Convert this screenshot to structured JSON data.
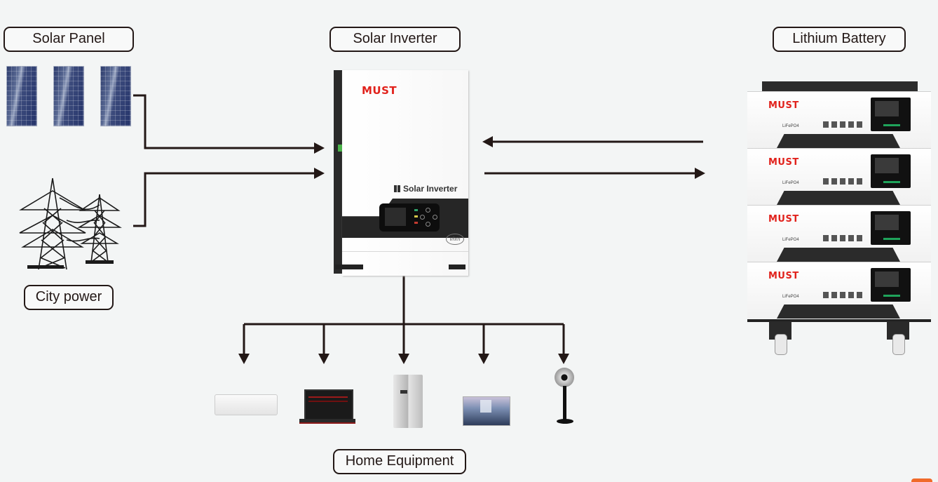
{
  "diagram": {
    "title": "Solar Inverter System Connection",
    "nodes": {
      "solar_panel": {
        "label": "Solar Panel",
        "count": 3
      },
      "city_power": {
        "label": "City power"
      },
      "solar_inverter": {
        "label": "Solar Inverter",
        "brand": "MUST",
        "model_text": "Solar Inverter",
        "badge": "vhm"
      },
      "lithium_battery": {
        "label": "Lithium Battery",
        "brand": "MUST",
        "chemistry": "LiFePO4",
        "module_count": 4
      },
      "home_equipment": {
        "label": "Home Equipment",
        "items": [
          "air-conditioner",
          "laptop",
          "refrigerator",
          "television",
          "electric-fan"
        ]
      }
    },
    "edges": [
      {
        "from": "solar_panel",
        "to": "solar_inverter",
        "direction": "one-way"
      },
      {
        "from": "city_power",
        "to": "solar_inverter",
        "direction": "one-way"
      },
      {
        "from": "lithium_battery",
        "to": "solar_inverter",
        "direction": "one-way"
      },
      {
        "from": "solar_inverter",
        "to": "lithium_battery",
        "direction": "one-way"
      },
      {
        "from": "solar_inverter",
        "to": "home_equipment",
        "direction": "one-way",
        "branches": 5
      }
    ],
    "colors": {
      "background": "#f3f5f5",
      "line": "#231816",
      "brand_red": "#e1221c",
      "panel_blue": "#2b3a6b"
    }
  }
}
